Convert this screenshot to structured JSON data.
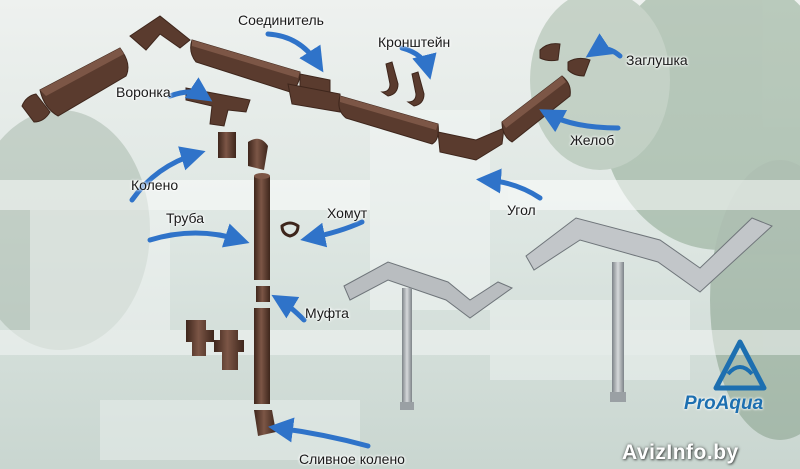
{
  "labels": {
    "connector": "Соединитель",
    "bracket": "Кронштейн",
    "end_cap": "Заглушка",
    "funnel": "Воронка",
    "gutter": "Желоб",
    "elbow": "Колено",
    "corner": "Угол",
    "clamp": "Хомут",
    "pipe": "Труба",
    "coupling": "Муфта",
    "drain_elbow": "Сливное колено"
  },
  "brand": "ProAqua",
  "watermark": "AvizInfo.by",
  "colors": {
    "part": "#5a3b2e",
    "part_dark": "#3e261c",
    "part_light": "#7c5646",
    "arrow": "#2f73c9",
    "brand": "#1d6fb0"
  },
  "icons": {
    "logo": "proaqua-logo-icon"
  }
}
